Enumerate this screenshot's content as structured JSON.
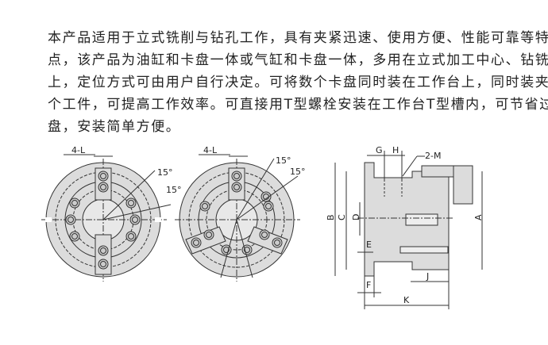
{
  "description_lines": [
    "本产品适用于立式铣削与钻孔工作，具有夹紧迅速、使用方便、性能可靠等特",
    "点，该产品为油缸和卡盘一体或气缸和卡盘一体，多用在立式加工中心、钻铣床",
    "上，定位方式可由用户自行决定。可将数个卡盘同时装在工作台上，同时装夹数",
    "个工件，可提高工作效率。可直接用T型螺栓安装在工作台T型槽内，可节省过渡",
    "盘，安装简单方便。"
  ],
  "drawing_labels": {
    "front_left": {
      "slot": "4-L",
      "angle1": "15°",
      "angle2": "15°"
    },
    "front_right": {
      "slot": "4-L",
      "angle1": "15°",
      "angle2": "15°"
    },
    "side": {
      "G": "G",
      "H": "H",
      "M": "2-M",
      "A": "A",
      "B": "B",
      "C": "C",
      "D": "D",
      "E": "E",
      "F": "F",
      "J": "J",
      "K": "K"
    }
  },
  "colors": {
    "fill": "#dcdcdc",
    "line": "#333333"
  }
}
